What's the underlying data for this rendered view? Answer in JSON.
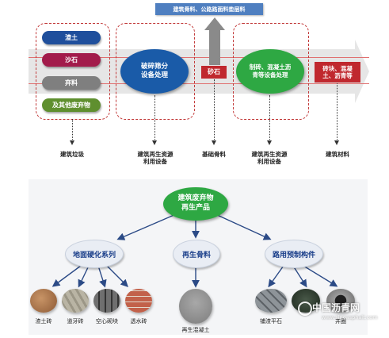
{
  "top": {
    "banner": "建筑骨料、公路路面料垫层料",
    "pills": [
      "渣土",
      "沙石",
      "弃料",
      "及其他废弃物"
    ],
    "pill_colors": [
      "#1f4f9c",
      "#a21b4b",
      "#7f7f7f",
      "#5f8f2f"
    ],
    "ellipse_left": "破碎筛分\n设备处理",
    "ellipse_right": "制砖、混凝土沥\n青等设备处理",
    "label_mid": "砂石",
    "label_right": "砖块、混凝\n土、沥青等",
    "captions": [
      "建筑垃圾",
      "建筑再生资源\n利用设备",
      "基础骨料",
      "建筑再生资源\n利用设备",
      "建筑材料"
    ]
  },
  "bottom": {
    "center": "建筑废弃物\n再生产品",
    "branches": [
      "地面硬化系列",
      "再生骨料",
      "路用预制构件"
    ],
    "products_left": [
      "渣土砖",
      "道牙砖",
      "空心砌块",
      "透水砖"
    ],
    "product_mid": "再生混凝土",
    "products_right": [
      "铺渣平石",
      "",
      "井圈"
    ],
    "watermark": "中国沥青网",
    "watermark_url": "www.sinoasphalt.com"
  }
}
